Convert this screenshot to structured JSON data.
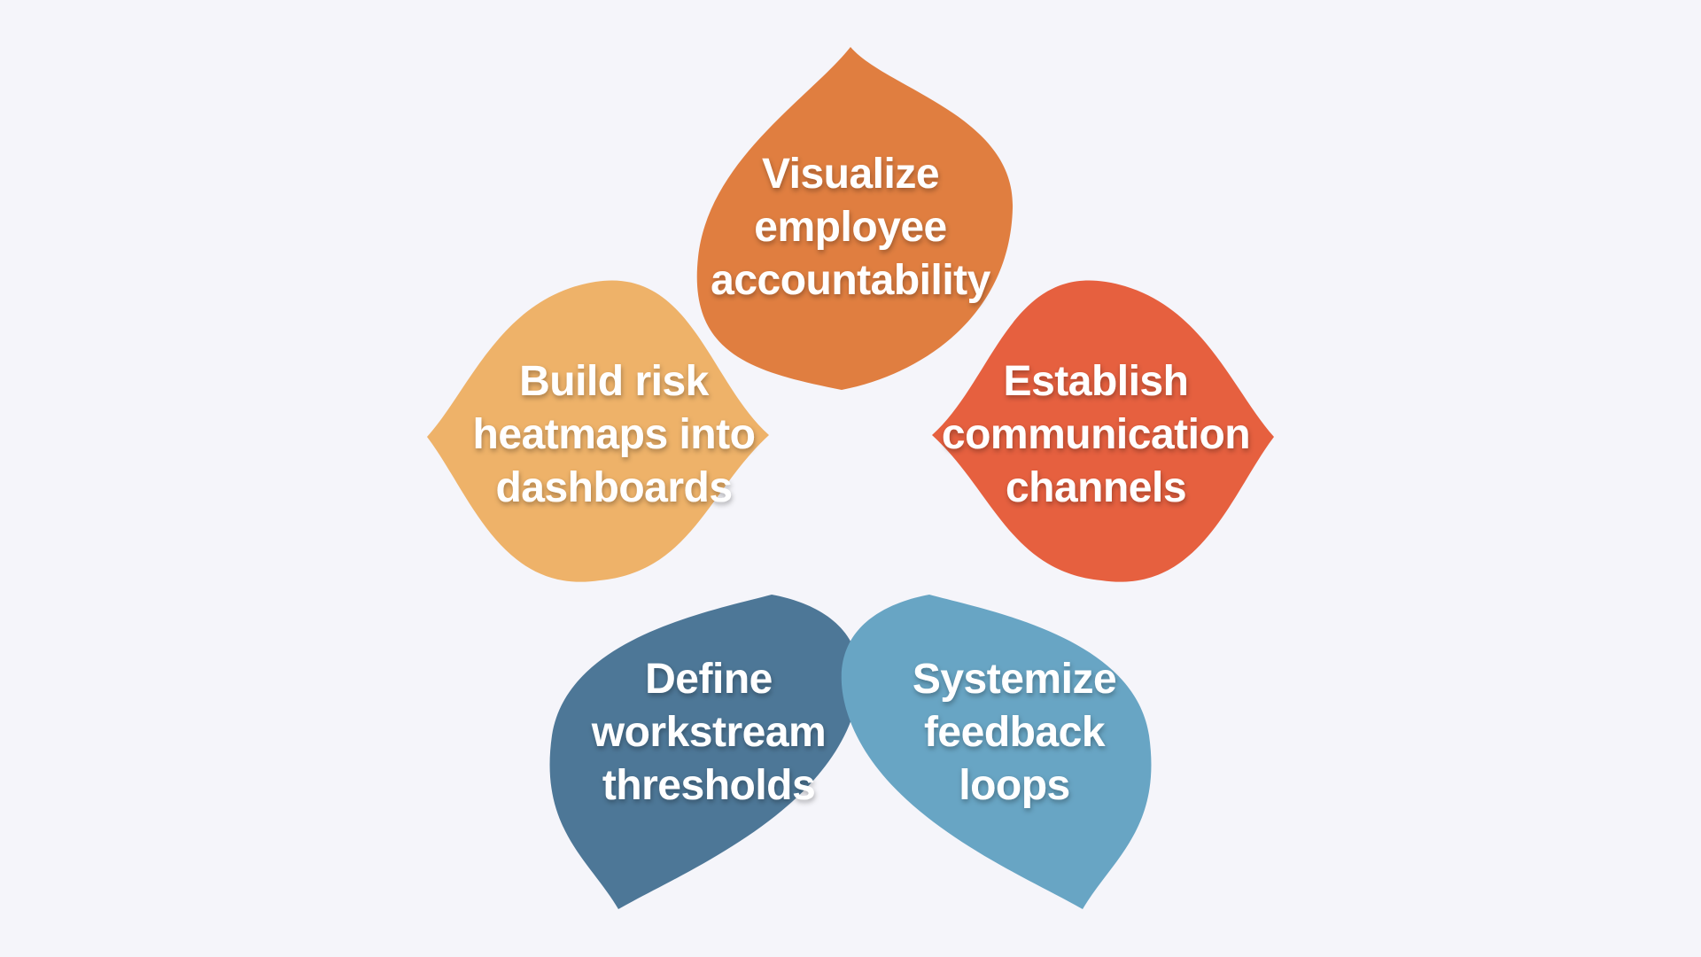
{
  "background_color": "#f5f5fa",
  "text_color": "#ffffff",
  "diagram": {
    "type": "five-petal-flower-diagram",
    "petals": [
      {
        "id": "top",
        "color": "#e07e40",
        "label_lines": [
          "Visualize",
          "employee",
          "accountability"
        ]
      },
      {
        "id": "upper-left",
        "color": "#eeb269",
        "label_lines": [
          "Build risk",
          "heatmaps into",
          "dashboards"
        ]
      },
      {
        "id": "upper-right",
        "color": "#e6603f",
        "label_lines": [
          "Establish",
          "communication",
          "channels"
        ]
      },
      {
        "id": "lower-left",
        "color": "#4d7797",
        "label_lines": [
          "Define",
          "workstream",
          "thresholds"
        ]
      },
      {
        "id": "lower-right",
        "color": "#68a5c4",
        "label_lines": [
          "Systemize",
          "feedback",
          "loops"
        ]
      }
    ]
  }
}
